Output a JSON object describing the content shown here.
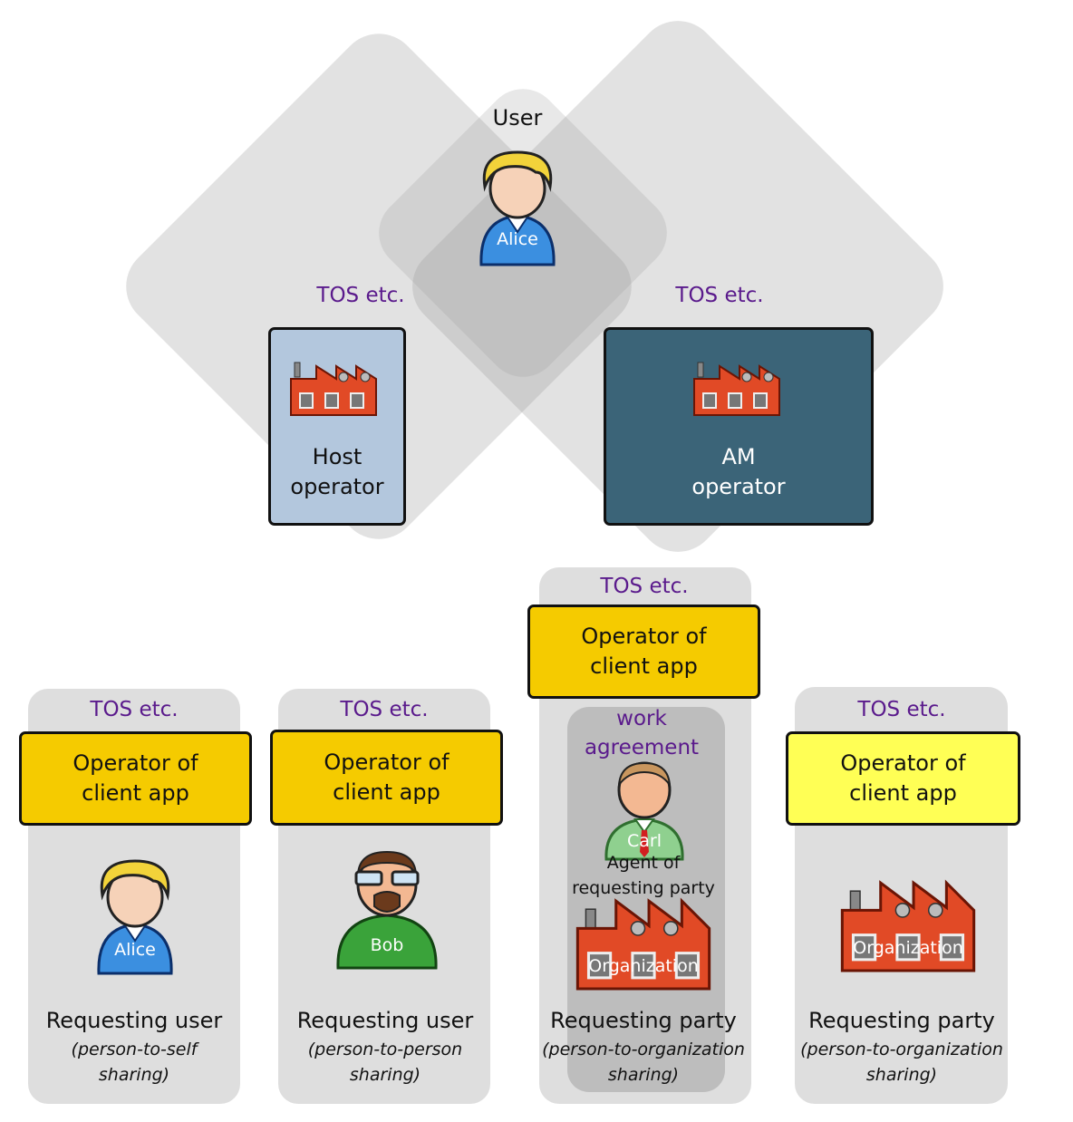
{
  "user_label": "User",
  "tos_label": "TOS etc.",
  "host": {
    "line1": "Host",
    "line2": "operator"
  },
  "am": {
    "line1": "AM",
    "line2": "operator"
  },
  "client_operator": {
    "line1": "Operator of",
    "line2": "client app"
  },
  "work_agreement": {
    "line1": "work",
    "line2": "agreement"
  },
  "people": {
    "alice": "Alice",
    "bob": "Bob",
    "carl": "Carl"
  },
  "organization_label": "Organization",
  "agent": {
    "line1": "Agent of",
    "line2": "requesting party"
  },
  "columns": [
    {
      "title": "Requesting user",
      "sub1": "(person-to-self",
      "sub2": "sharing)"
    },
    {
      "title": "Requesting user",
      "sub1": "(person-to-person",
      "sub2": "sharing)"
    },
    {
      "title": "Requesting party",
      "sub1": "(person-to-organization",
      "sub2": "sharing)"
    },
    {
      "title": "Requesting party",
      "sub1": "(person-to-organization",
      "sub2": "sharing)"
    }
  ],
  "colors": {
    "host_fill": "#b3c7dd",
    "am_fill": "#3b6478",
    "client_op_fill": "#f5cb00",
    "client_op_light_fill": "#ffff55",
    "tos_text": "#5a1a8c"
  }
}
